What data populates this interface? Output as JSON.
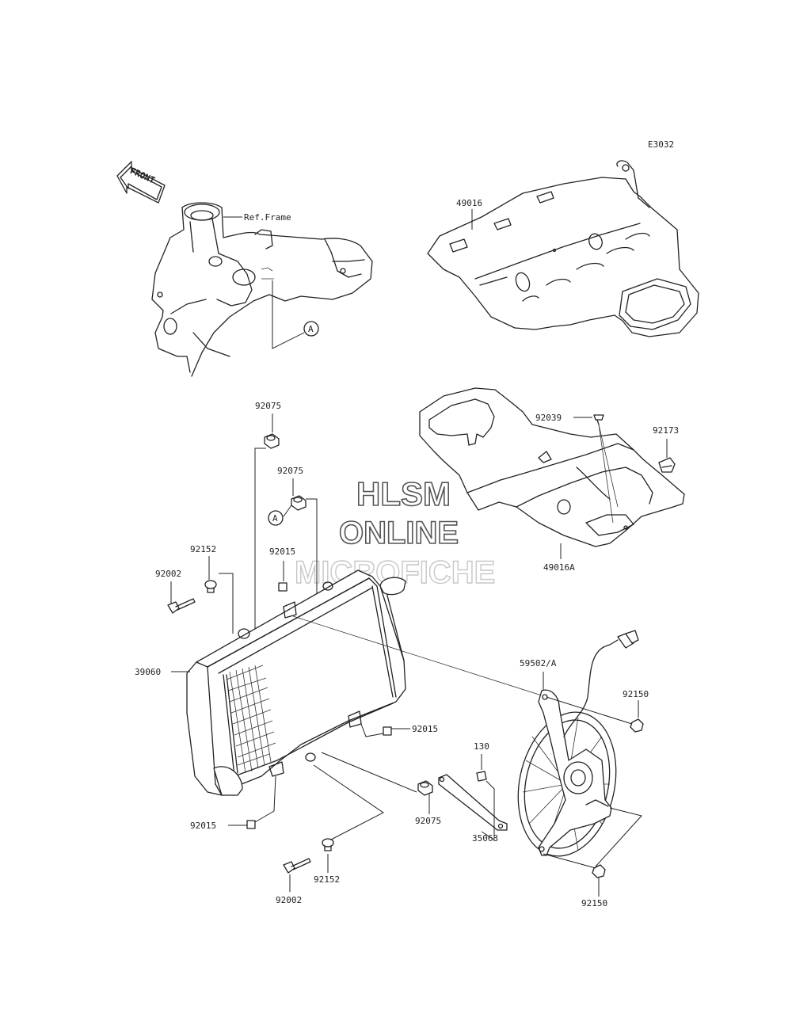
{
  "diagram": {
    "code": "E3032",
    "front_label": "FRONT",
    "ref_label": "Ref.Frame",
    "ref_marker": "A",
    "watermark": {
      "line1": "HLSM",
      "line2": "ONLINE",
      "line3": "MICROFICHE"
    },
    "parts": [
      {
        "id": "49016",
        "label": "49016"
      },
      {
        "id": "49016A",
        "label": "49016A"
      },
      {
        "id": "92039",
        "label": "92039"
      },
      {
        "id": "92173",
        "label": "92173"
      },
      {
        "id": "92075-a",
        "label": "92075"
      },
      {
        "id": "92075-b",
        "label": "92075"
      },
      {
        "id": "92075-c",
        "label": "92075"
      },
      {
        "id": "92152-a",
        "label": "92152"
      },
      {
        "id": "92152-b",
        "label": "92152"
      },
      {
        "id": "92002-a",
        "label": "92002"
      },
      {
        "id": "92002-b",
        "label": "92002"
      },
      {
        "id": "92015-a",
        "label": "92015"
      },
      {
        "id": "92015-b",
        "label": "92015"
      },
      {
        "id": "92015-c",
        "label": "92015"
      },
      {
        "id": "39060",
        "label": "39060"
      },
      {
        "id": "59502A",
        "label": "59502/A"
      },
      {
        "id": "92150-a",
        "label": "92150"
      },
      {
        "id": "92150-b",
        "label": "92150"
      },
      {
        "id": "130",
        "label": "130"
      },
      {
        "id": "35063",
        "label": "35063"
      }
    ]
  }
}
